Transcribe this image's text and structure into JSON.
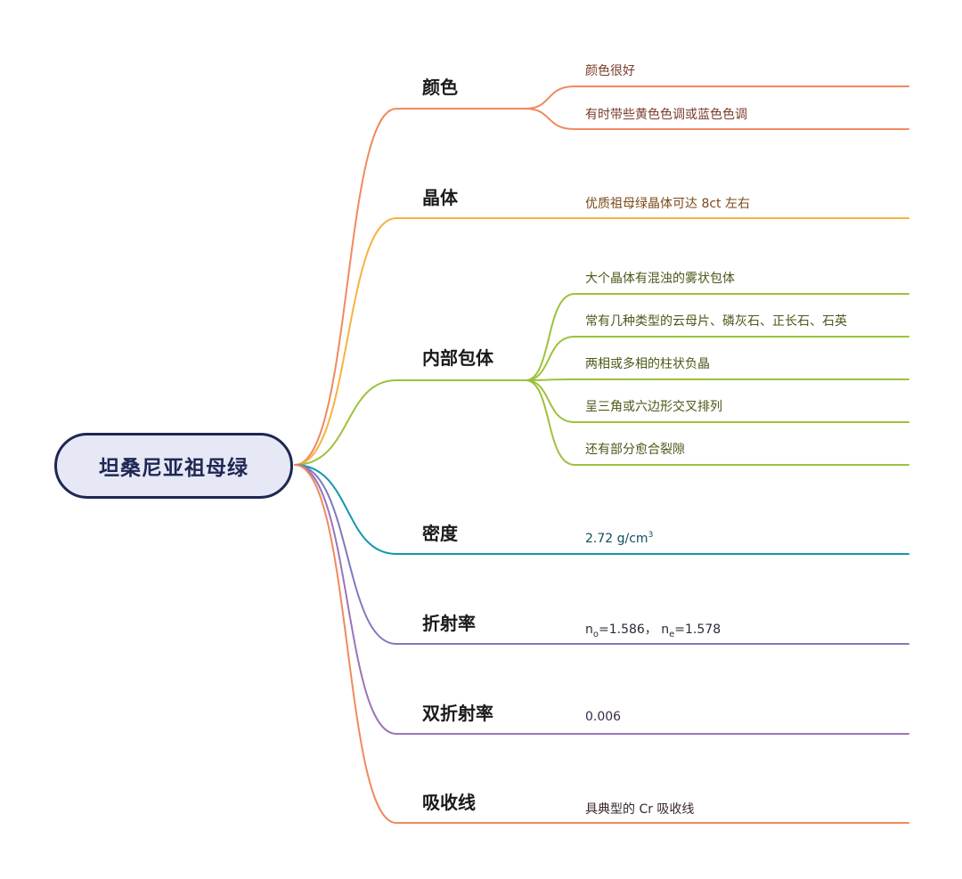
{
  "root": {
    "label": "坦桑尼亚祖母绿"
  },
  "branches": [
    {
      "label": "颜色",
      "color": "#ef8a5e",
      "leaves": [
        {
          "text": "颜色很好"
        },
        {
          "text": "有时带些黄色色调或蓝色色调"
        }
      ]
    },
    {
      "label": "晶体",
      "color": "#f6b244",
      "leaves": [
        {
          "text": "优质祖母绿晶体可达 8ct 左右"
        }
      ]
    },
    {
      "label": "内部包体",
      "color": "#9cc23c",
      "leaves": [
        {
          "text": "大个晶体有混浊的雾状包体"
        },
        {
          "text": "常有几种类型的云母片、磷灰石、正长石、石英"
        },
        {
          "text": "两相或多相的柱状负晶"
        },
        {
          "text": "呈三角或六边形交叉排列"
        },
        {
          "text": "还有部分愈合裂隙"
        }
      ]
    },
    {
      "label": "密度",
      "color": "#1596ae",
      "leaves": [
        {
          "value": "2.72",
          "unit": "g/cm",
          "unit_sup": "3"
        }
      ]
    },
    {
      "label": "折射率",
      "color": "#7c7bbe",
      "leaves": [
        {
          "n_o_sym": "n",
          "n_o_sub": "o",
          "n_o_val": "=1.586，",
          "n_e_sym": "n",
          "n_e_sub": "e",
          "n_e_val": "=1.578"
        }
      ]
    },
    {
      "label": "双折射率",
      "color": "#9a75bb",
      "leaves": [
        {
          "text": "0.006"
        }
      ]
    },
    {
      "label": "吸收线",
      "color": "#ef8a5e",
      "leaves": [
        {
          "text": "具典型的 Cr 吸收线"
        }
      ]
    }
  ]
}
